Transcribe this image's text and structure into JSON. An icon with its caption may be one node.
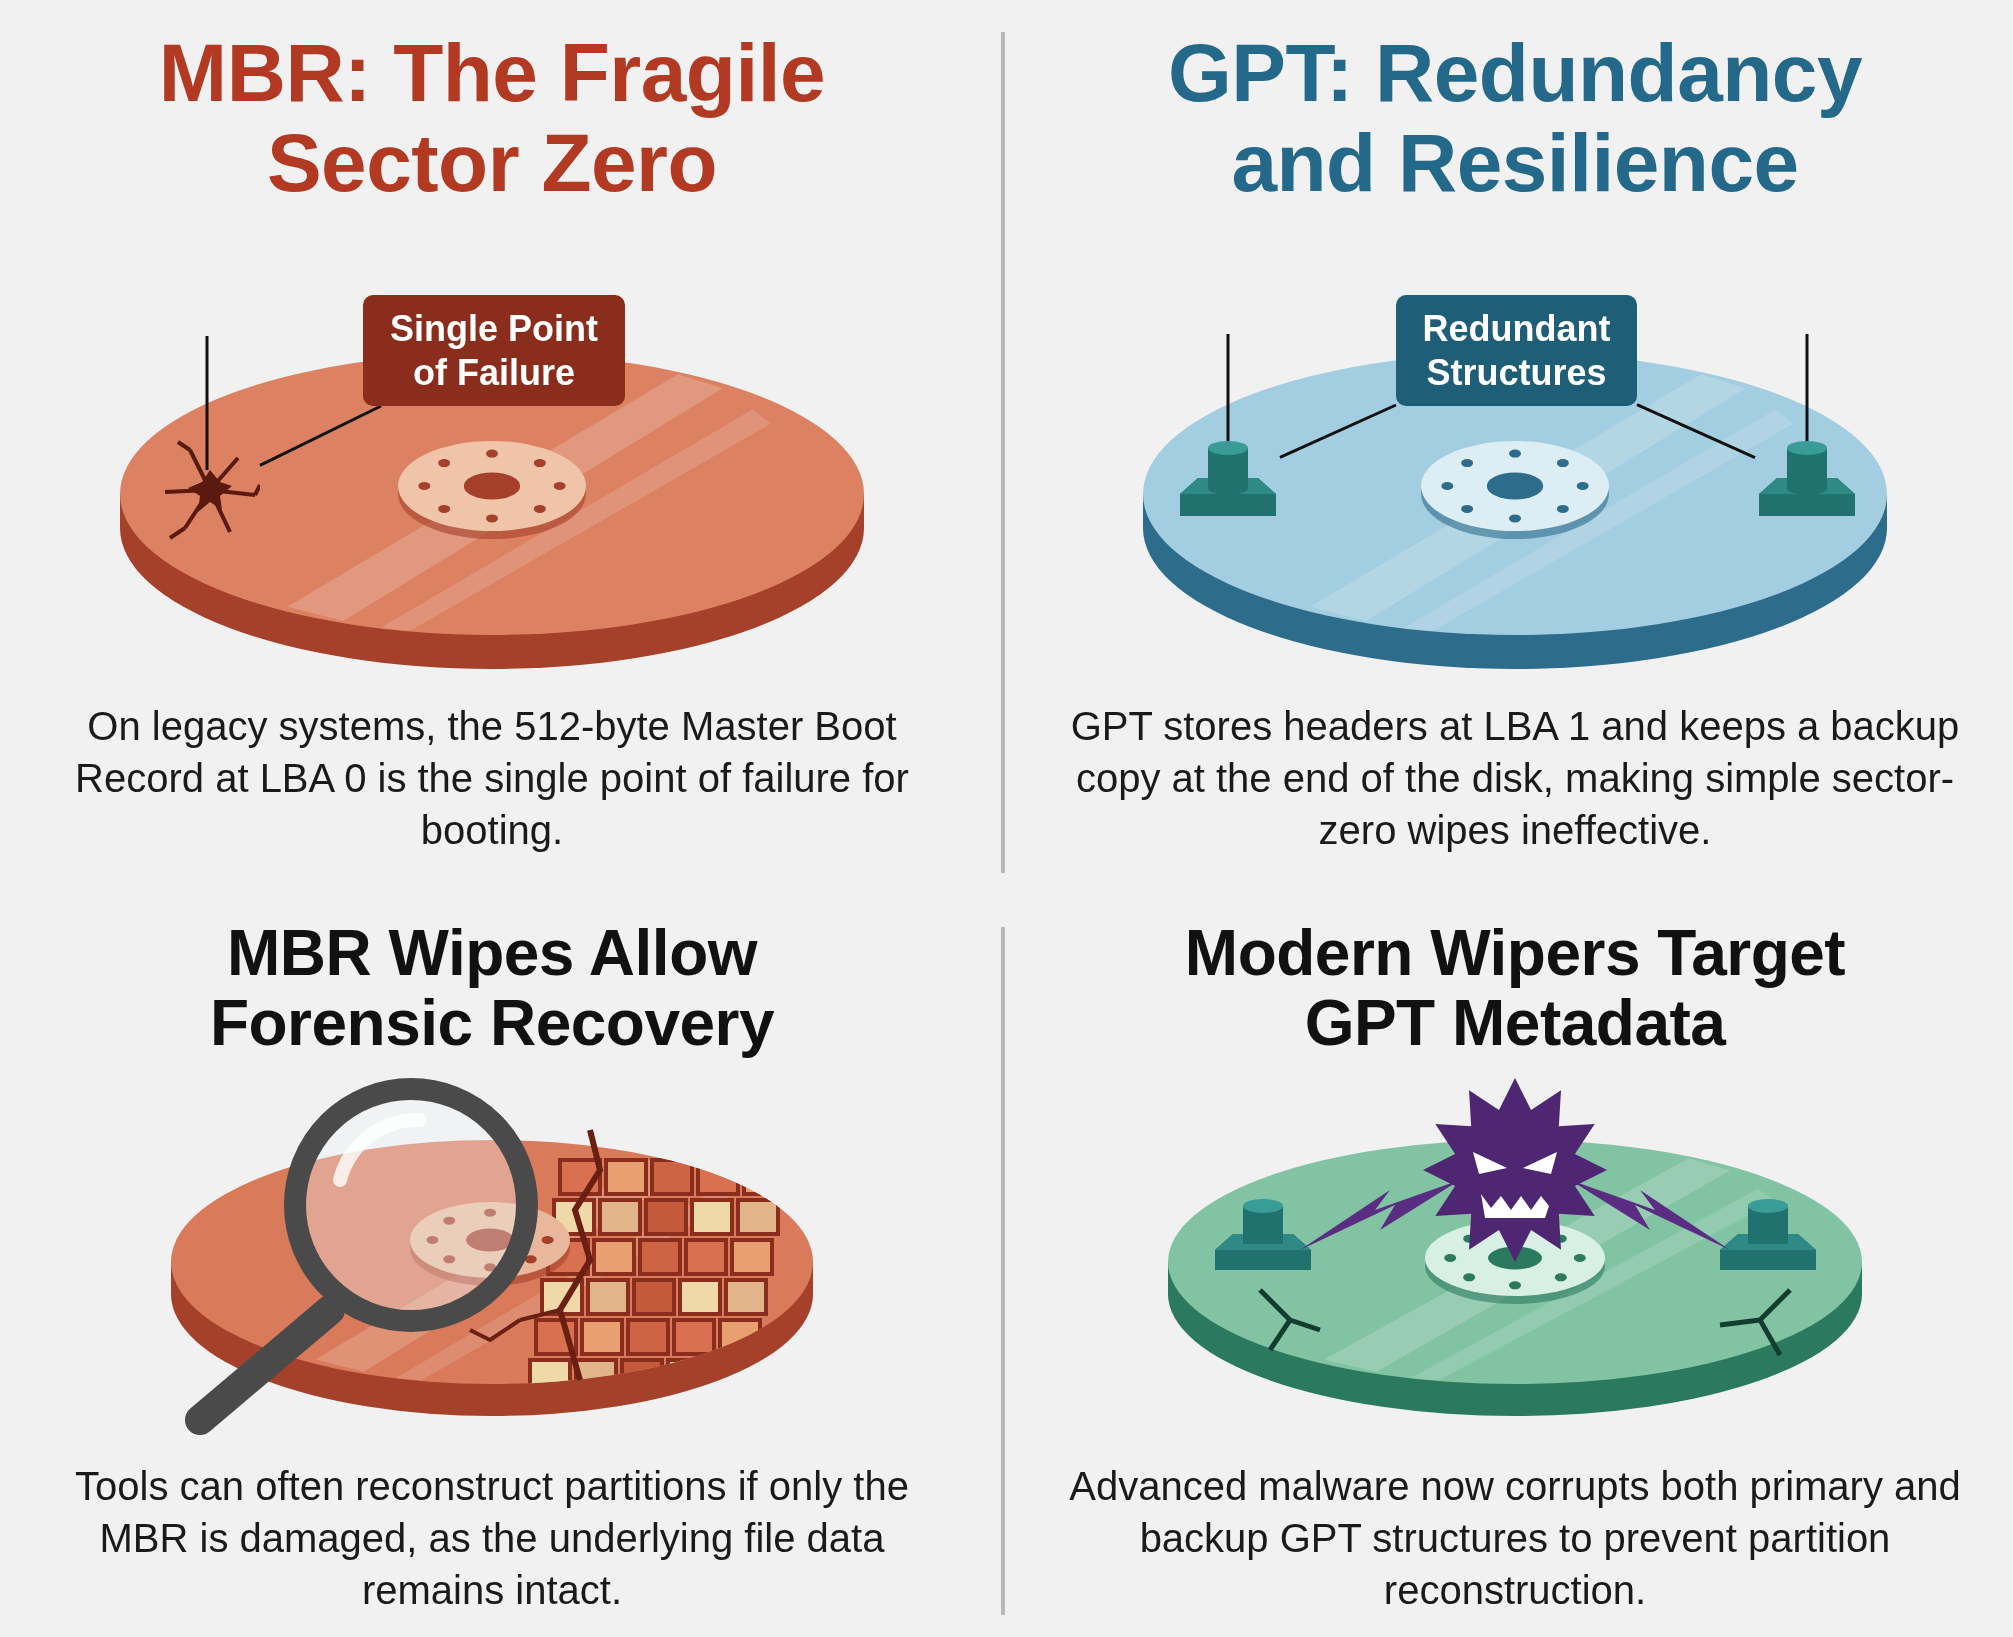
{
  "diagram": {
    "nodes": [
      {
        "text": [
          "Single Point of Failure"
        ]
      },
      {
        "text": [],
        "shape": "picture"
      },
      {
        "text": [
          "Redundant Structures"
        ]
      },
      {
        "text": [],
        "shape": "cylinder"
      },
      {
        "text": [],
        "shape": "cylinder"
      }
    ],
    "edges": [
      {
        "from": 0,
        "to": 1,
        "arrow": "none"
      },
      {
        "from": 2,
        "to": 3,
        "arrow": "none"
      },
      {
        "from": 2,
        "to": 4,
        "arrow": "none"
      }
    ],
    "labels": [
      "MBR: The Fragile Sector Zero",
      "GPT: Redundancy and Resilience",
      "On legacy systems, the 512-byte Master Boot Record at LBA 0 is the single point of failure for booting.",
      "GPT stores headers at LBA 1 and keeps a backup copy at the end of the disk, making simple sector-zero wipes ineffective.",
      "MBR Wipes Allow Forensic Recovery",
      "Modern Wipers Target GPT Metadata",
      "Tools can often reconstruct partitions if only the MBR is damaged, as the underlying file data remains intact.",
      "Advanced malware now corrupts both primary and backup GPT structures to prevent partition reconstruction."
    ]
  }
}
